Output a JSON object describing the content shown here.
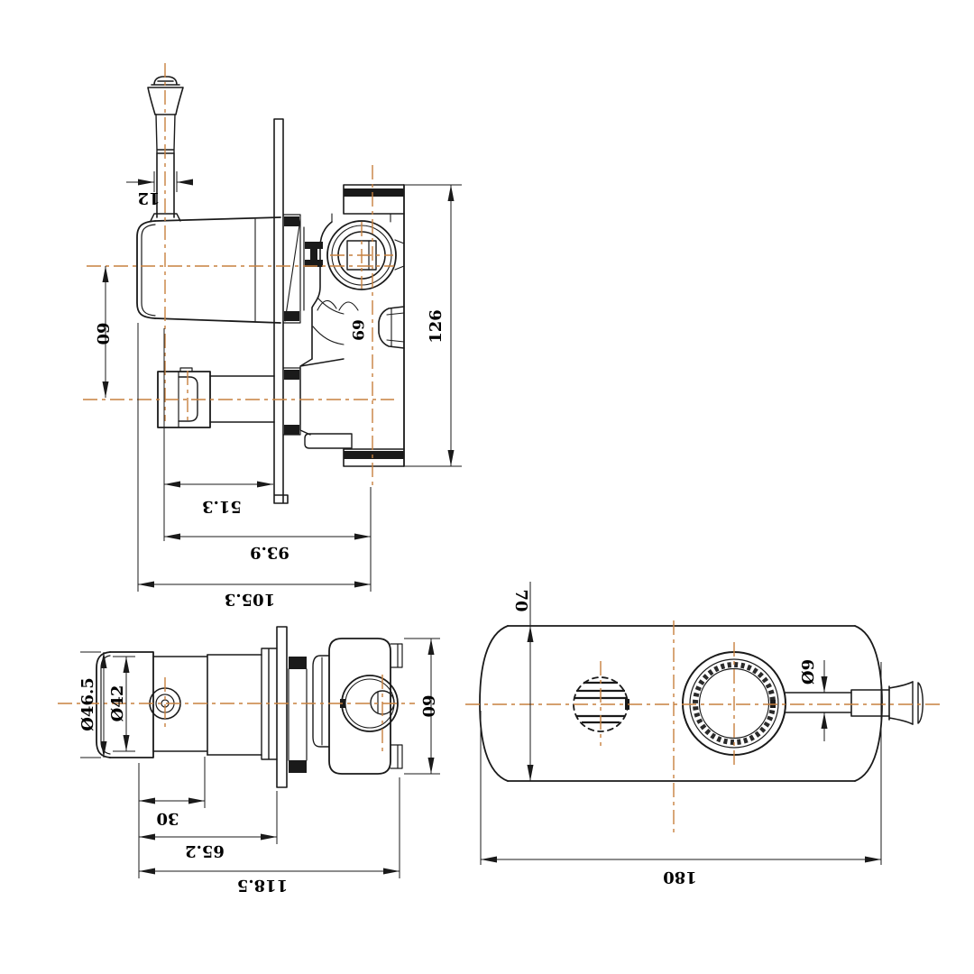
{
  "document": {
    "type": "technical-drawing",
    "subject": "concealed shower mixer valve - 3 orthographic views"
  },
  "colors": {
    "background": "#ffffff",
    "line": "#1a1a1a",
    "centerline": "#c7803e",
    "dimension_text": "#000000"
  },
  "dimensions": {
    "side_view": {
      "stem_width": "12",
      "outlet_offset": "60",
      "handle_axis_to_wall": "51.3",
      "handle_axis_to_port_axis": "93.9",
      "overall_depth": "105.3",
      "valve_body_height": "126"
    },
    "bottom_view": {
      "trim_cap_diameter": "Ø46.5",
      "trim_barrel_diameter": "Ø42",
      "cap_length": "30",
      "trim_projection": "65.2",
      "overall_depth": "118.5",
      "valve_body_width": "60"
    },
    "front_view": {
      "plate_height": "70",
      "plate_width": "180",
      "lever_rod_diameter": "Ø9"
    }
  },
  "markings": {
    "body_cast_number": "69"
  }
}
